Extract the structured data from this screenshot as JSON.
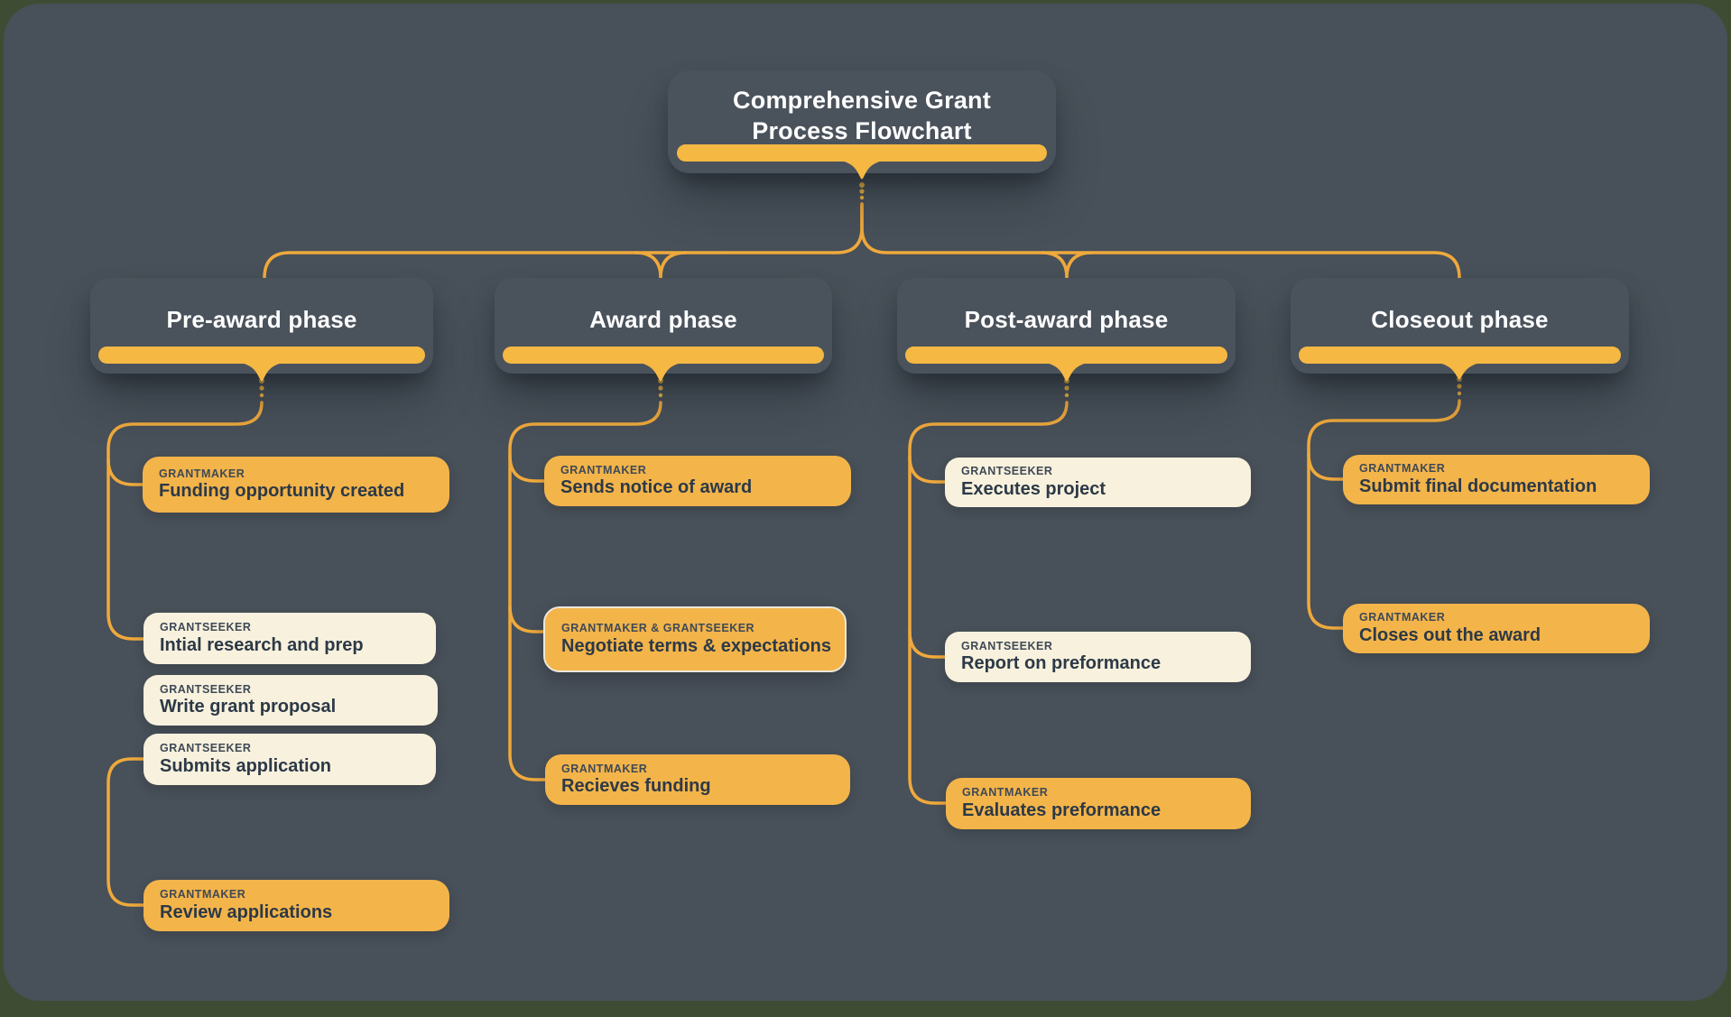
{
  "root": {
    "title_line1": "Comprehensive Grant",
    "title_line2": "Process Flowchart"
  },
  "phases": [
    {
      "label": "Pre-award phase",
      "children": [
        {
          "role": "GRANTMAKER",
          "title": "Funding opportunity created",
          "style": "yellow"
        },
        {
          "role": "GRANTSEEKER",
          "title": "Intial research and prep",
          "style": "cream"
        },
        {
          "role": "GRANTSEEKER",
          "title": "Write grant proposal",
          "style": "cream"
        },
        {
          "role": "GRANTSEEKER",
          "title": "Submits application",
          "style": "cream"
        },
        {
          "role": "GRANTMAKER",
          "title": "Review applications",
          "style": "yellow"
        }
      ]
    },
    {
      "label": "Award phase",
      "children": [
        {
          "role": "GRANTMAKER",
          "title": "Sends notice of award",
          "style": "yellow"
        },
        {
          "role": "GRANTMAKER & GRANTSEEKER",
          "title": "Negotiate terms & expectations",
          "style": "yellow-selected"
        },
        {
          "role": "GRANTMAKER",
          "title": "Recieves funding",
          "style": "yellow"
        }
      ]
    },
    {
      "label": "Post-award phase",
      "children": [
        {
          "role": "GRANTSEEKER",
          "title": "Executes project",
          "style": "cream"
        },
        {
          "role": "GRANTSEEKER",
          "title": "Report on preformance",
          "style": "cream"
        },
        {
          "role": "GRANTMAKER",
          "title": "Evaluates preformance",
          "style": "yellow"
        }
      ]
    },
    {
      "label": "Closeout phase",
      "children": [
        {
          "role": "GRANTMAKER",
          "title": "Submit final documentation",
          "style": "yellow"
        },
        {
          "role": "GRANTMAKER",
          "title": "Closes out the award",
          "style": "yellow"
        }
      ]
    }
  ],
  "colors": {
    "frame_green": "#3e4c34",
    "panel_slate": "#485059",
    "card_slate": "#4a525c",
    "accent_yellow": "#f5b843",
    "node_yellow": "#f3b44a",
    "node_cream": "#f8f1dd",
    "connector_orange": "#efa93c",
    "text_dark": "#2c3947",
    "text_white": "#ffffff"
  }
}
